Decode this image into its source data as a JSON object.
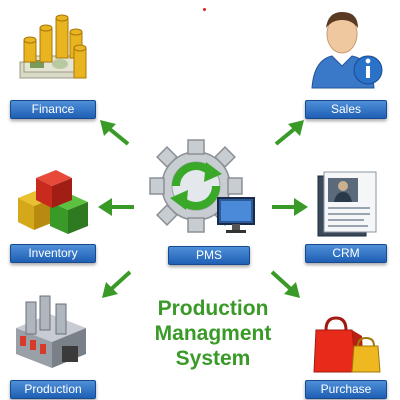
{
  "nodes": {
    "finance": {
      "label": "Finance"
    },
    "sales": {
      "label": "Sales"
    },
    "inventory": {
      "label": "Inventory"
    },
    "crm": {
      "label": "CRM"
    },
    "production": {
      "label": "Production"
    },
    "purchase": {
      "label": "Purchase"
    },
    "center": {
      "label": "PMS"
    }
  },
  "title": {
    "line1": "Production",
    "line2": "Managment",
    "line3": "System"
  },
  "colors": {
    "label_bg": "#2e6fc4",
    "arrow": "#3a9a28",
    "title": "#3a9a28"
  },
  "icons": {
    "finance": "money-stack-icon",
    "sales": "user-info-icon",
    "inventory": "boxes-icon",
    "crm": "document-folder-icon",
    "production": "factory-icon",
    "purchase": "shopping-bag-icon",
    "center": "gear-refresh-monitor-icon"
  }
}
